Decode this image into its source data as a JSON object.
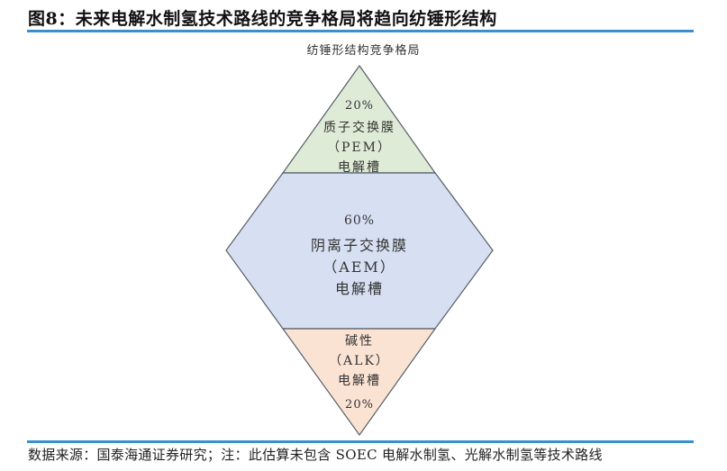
{
  "figure": {
    "title": "图8：未来电解水制氢技术路线的竞争格局将趋向纺锤形结构",
    "diagram_title": "纺锤形结构竞争格局",
    "source": "数据来源：国泰海通证券研究；注：此估算未包含 SOEC 电解水制氢、光解水制氢等技术路线"
  },
  "segments": {
    "top": {
      "percent": "20%",
      "line1": "质子交换膜",
      "line2": "（PEM）",
      "line3": "电解槽",
      "color": "#deebd6"
    },
    "middle": {
      "percent": "60%",
      "line1": "阴离子交换膜",
      "line2": "（AEM）",
      "line3": "电解槽",
      "color": "#d6e0f2"
    },
    "bottom": {
      "line1": "碱性",
      "line2": "（ALK）",
      "line3": "电解槽",
      "percent": "20%",
      "color": "#fbe3d4"
    }
  },
  "colors": {
    "rule": "#3a8fd0",
    "outline": "#555e66"
  },
  "chart_data": {
    "type": "diagram",
    "title": "纺锤形结构竞争格局",
    "shape": "spindle (triangle / hexagon / inverted triangle)",
    "categories": [
      "质子交换膜（PEM）电解槽",
      "阴离子交换膜（AEM）电解槽",
      "碱性（ALK）电解槽"
    ],
    "values": [
      20,
      60,
      20
    ],
    "unit": "%"
  }
}
